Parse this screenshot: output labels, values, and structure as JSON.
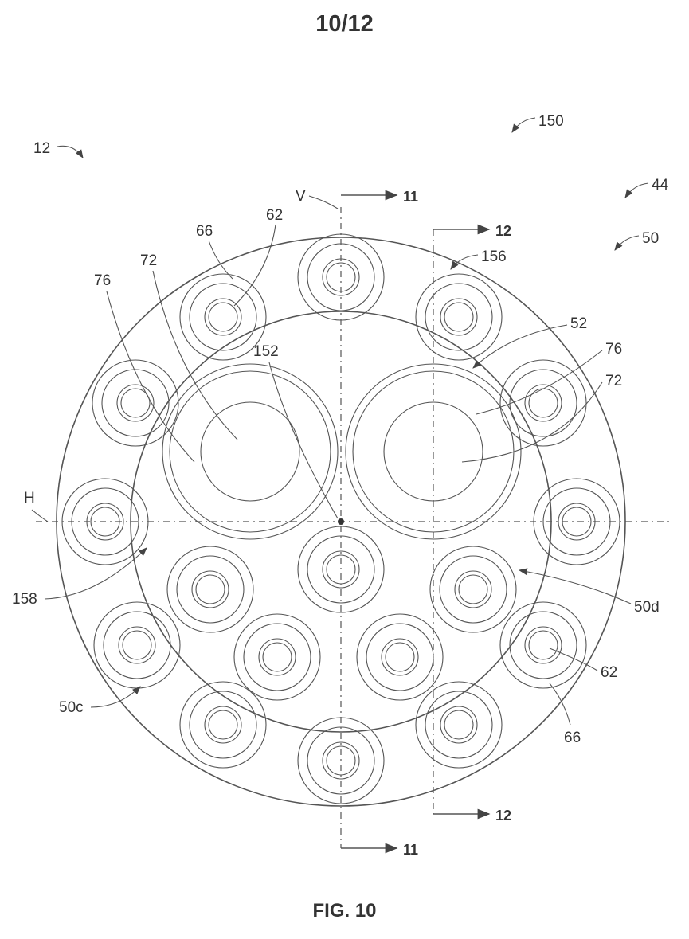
{
  "sheet": {
    "page_number": "10/12",
    "figure_caption": "FIG. 10"
  },
  "diagram": {
    "axis_labels": {
      "vertical": "V",
      "horizontal": "H"
    },
    "section_markers": [
      "11",
      "11",
      "12",
      "12"
    ],
    "reference_labels": [
      "12",
      "150",
      "44",
      "50",
      "66",
      "62",
      "72",
      "76",
      "152",
      "156",
      "52",
      "76",
      "72",
      "158",
      "50d",
      "62",
      "66",
      "50c"
    ]
  }
}
